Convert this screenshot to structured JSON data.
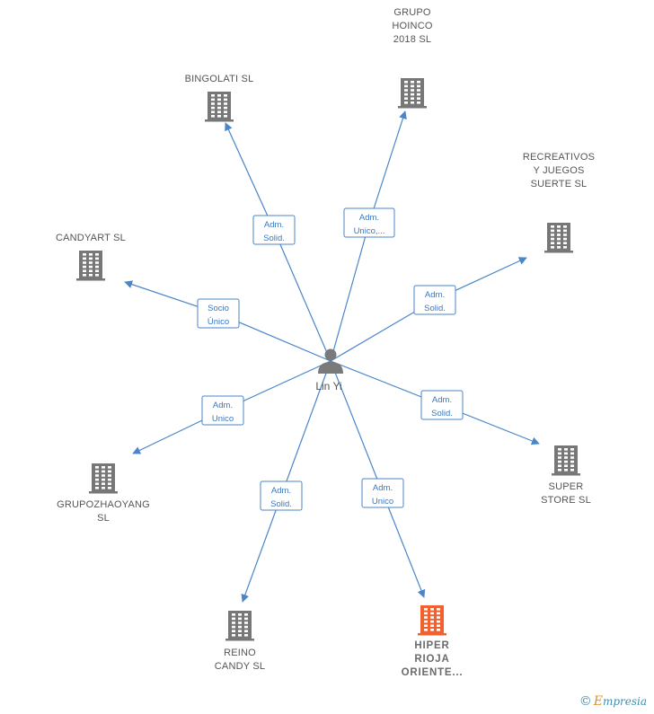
{
  "colors": {
    "edge": "#4a86c8",
    "node": "#777777",
    "highlight": "#f0612f",
    "person": "#7a7a7a"
  },
  "person": {
    "name": "Lin Yi",
    "icon": "person-icon"
  },
  "companies": [
    {
      "id": "bingolati",
      "lines": [
        "BINGOLATI  SL"
      ],
      "highlight": false
    },
    {
      "id": "grupo-hoinco",
      "lines": [
        "GRUPO",
        "HOINCO",
        "2018  SL"
      ],
      "highlight": false
    },
    {
      "id": "recreativos",
      "lines": [
        "RECREATIVOS",
        "Y JUEGOS",
        "SUERTE  SL"
      ],
      "highlight": false
    },
    {
      "id": "candyart",
      "lines": [
        "CANDYART  SL"
      ],
      "highlight": false
    },
    {
      "id": "super-store",
      "lines": [
        "SUPER",
        "STORE  SL"
      ],
      "highlight": false
    },
    {
      "id": "grupozhaoyang",
      "lines": [
        "GRUPOZHAOYANG",
        "SL"
      ],
      "highlight": false
    },
    {
      "id": "reino-candy",
      "lines": [
        "REINO",
        "CANDY SL"
      ],
      "highlight": false
    },
    {
      "id": "hiper-rioja",
      "lines": [
        "HIPER",
        "RIOJA",
        "ORIENTE..."
      ],
      "highlight": true
    }
  ],
  "edges": [
    {
      "target": "bingolati",
      "lines": [
        "Adm.",
        "Solid."
      ]
    },
    {
      "target": "grupo-hoinco",
      "lines": [
        "Adm.",
        "Unico,..."
      ]
    },
    {
      "target": "recreativos",
      "lines": [
        "Adm.",
        "Solid."
      ]
    },
    {
      "target": "candyart",
      "lines": [
        "Socio",
        "Único"
      ]
    },
    {
      "target": "super-store",
      "lines": [
        "Adm.",
        "Solid."
      ]
    },
    {
      "target": "grupozhaoyang",
      "lines": [
        "Adm.",
        "Unico"
      ]
    },
    {
      "target": "reino-candy",
      "lines": [
        "Adm.",
        "Solid."
      ]
    },
    {
      "target": "hiper-rioja",
      "lines": [
        "Adm.",
        "Unico"
      ]
    }
  ],
  "footer": {
    "copyright_symbol": "©",
    "brand_first": "E",
    "brand_rest": "mpresia"
  }
}
